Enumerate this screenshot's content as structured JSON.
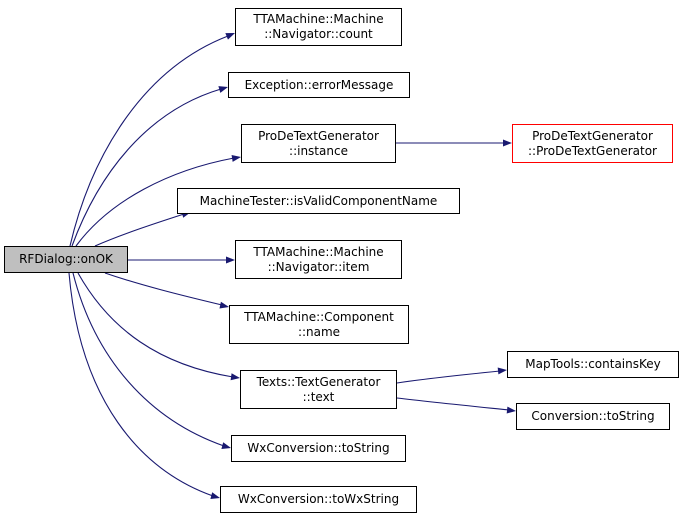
{
  "colors": {
    "edge": "#191970",
    "node_border": "#000000",
    "root_fill": "#bfbfbf",
    "highlight_border": "#ff0000"
  },
  "nodes": {
    "root": {
      "lines": [
        "RFDialog::onOK"
      ]
    },
    "count": {
      "lines": [
        "TTAMachine::Machine",
        "::Navigator::count"
      ]
    },
    "errorMessage": {
      "lines": [
        "Exception::errorMessage"
      ]
    },
    "instance": {
      "lines": [
        "ProDeTextGenerator",
        "::instance"
      ]
    },
    "proDeCtor": {
      "lines": [
        "ProDeTextGenerator",
        "::ProDeTextGenerator"
      ]
    },
    "isValid": {
      "lines": [
        "MachineTester::isValidComponentName"
      ]
    },
    "item": {
      "lines": [
        "TTAMachine::Machine",
        "::Navigator::item"
      ]
    },
    "compName": {
      "lines": [
        "TTAMachine::Component",
        "::name"
      ]
    },
    "text": {
      "lines": [
        "Texts::TextGenerator",
        "::text"
      ]
    },
    "containsKey": {
      "lines": [
        "MapTools::containsKey"
      ]
    },
    "convToString": {
      "lines": [
        "Conversion::toString"
      ]
    },
    "wxToString": {
      "lines": [
        "WxConversion::toString"
      ]
    },
    "wxToWxString": {
      "lines": [
        "WxConversion::toWxString"
      ]
    }
  }
}
